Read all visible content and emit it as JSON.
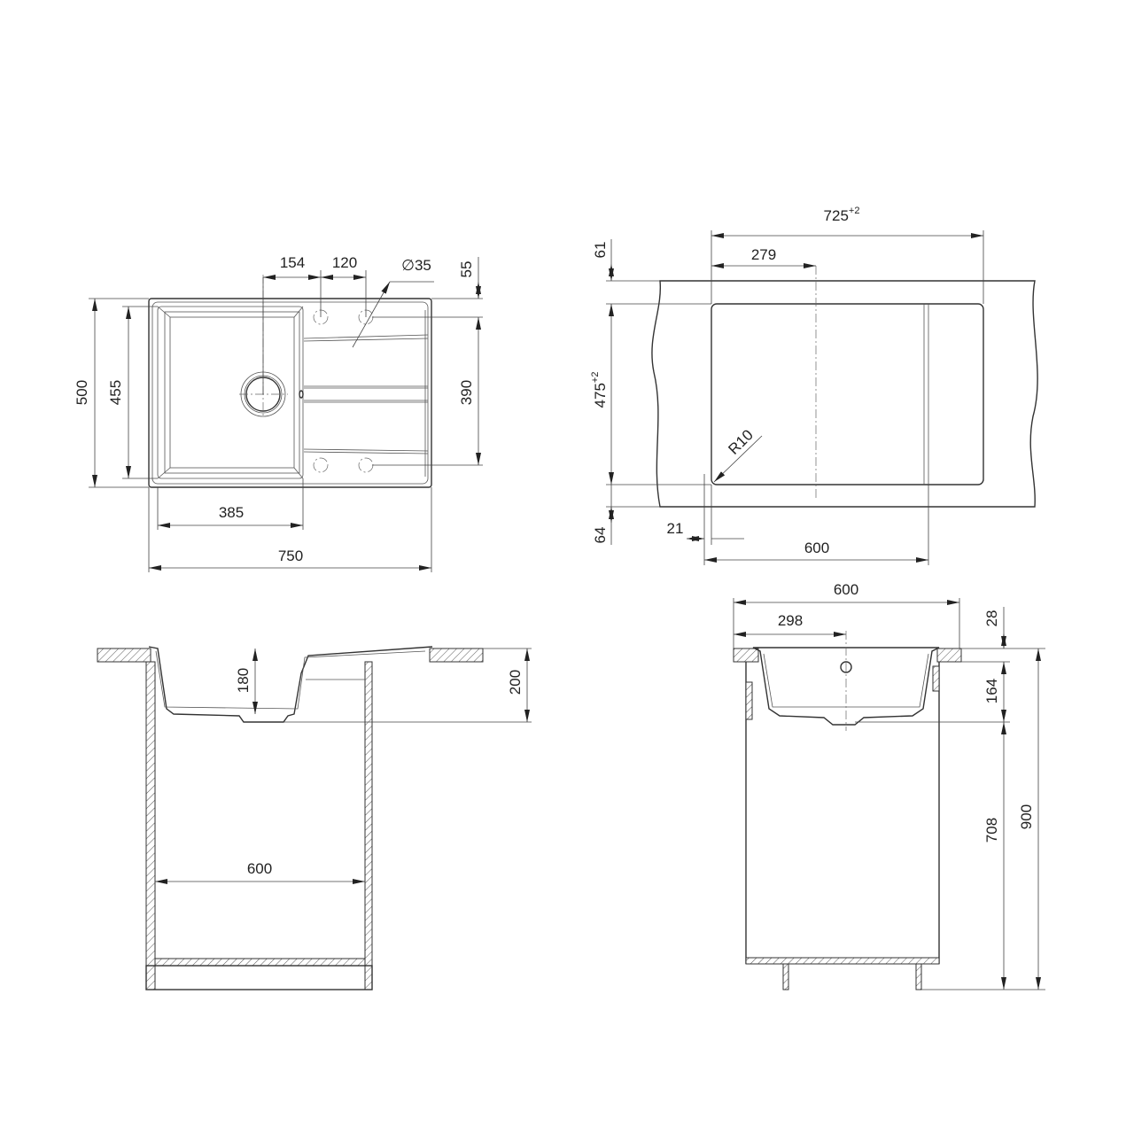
{
  "drawing": {
    "plan_view": {
      "dim_drain_offset": "154",
      "dim_hole_spacing": "120",
      "dim_hole_diameter": "∅35",
      "dim_hole_edge": "55",
      "dim_hole_vertical": "390",
      "dim_depth_overall": "500",
      "dim_bowl_depth": "455",
      "dim_bowl_width": "385",
      "dim_width_overall": "750"
    },
    "cutout_view": {
      "dim_cutout_width": "725",
      "dim_cutout_width_tol": "+2",
      "dim_center": "279",
      "dim_top_margin": "61",
      "dim_cutout_depth": "475",
      "dim_cutout_depth_tol": "+2",
      "dim_bottom_margin": "64",
      "dim_side_offset": "21",
      "dim_cabinet": "600",
      "dim_radius": "R10"
    },
    "front_section": {
      "dim_bowl_height": "180",
      "dim_total_height": "200",
      "dim_cabinet_width": "600"
    },
    "side_section": {
      "dim_cabinet_depth": "600",
      "dim_center": "298",
      "dim_counter": "28",
      "dim_bowl": "164",
      "dim_below": "708",
      "dim_total": "900"
    }
  }
}
